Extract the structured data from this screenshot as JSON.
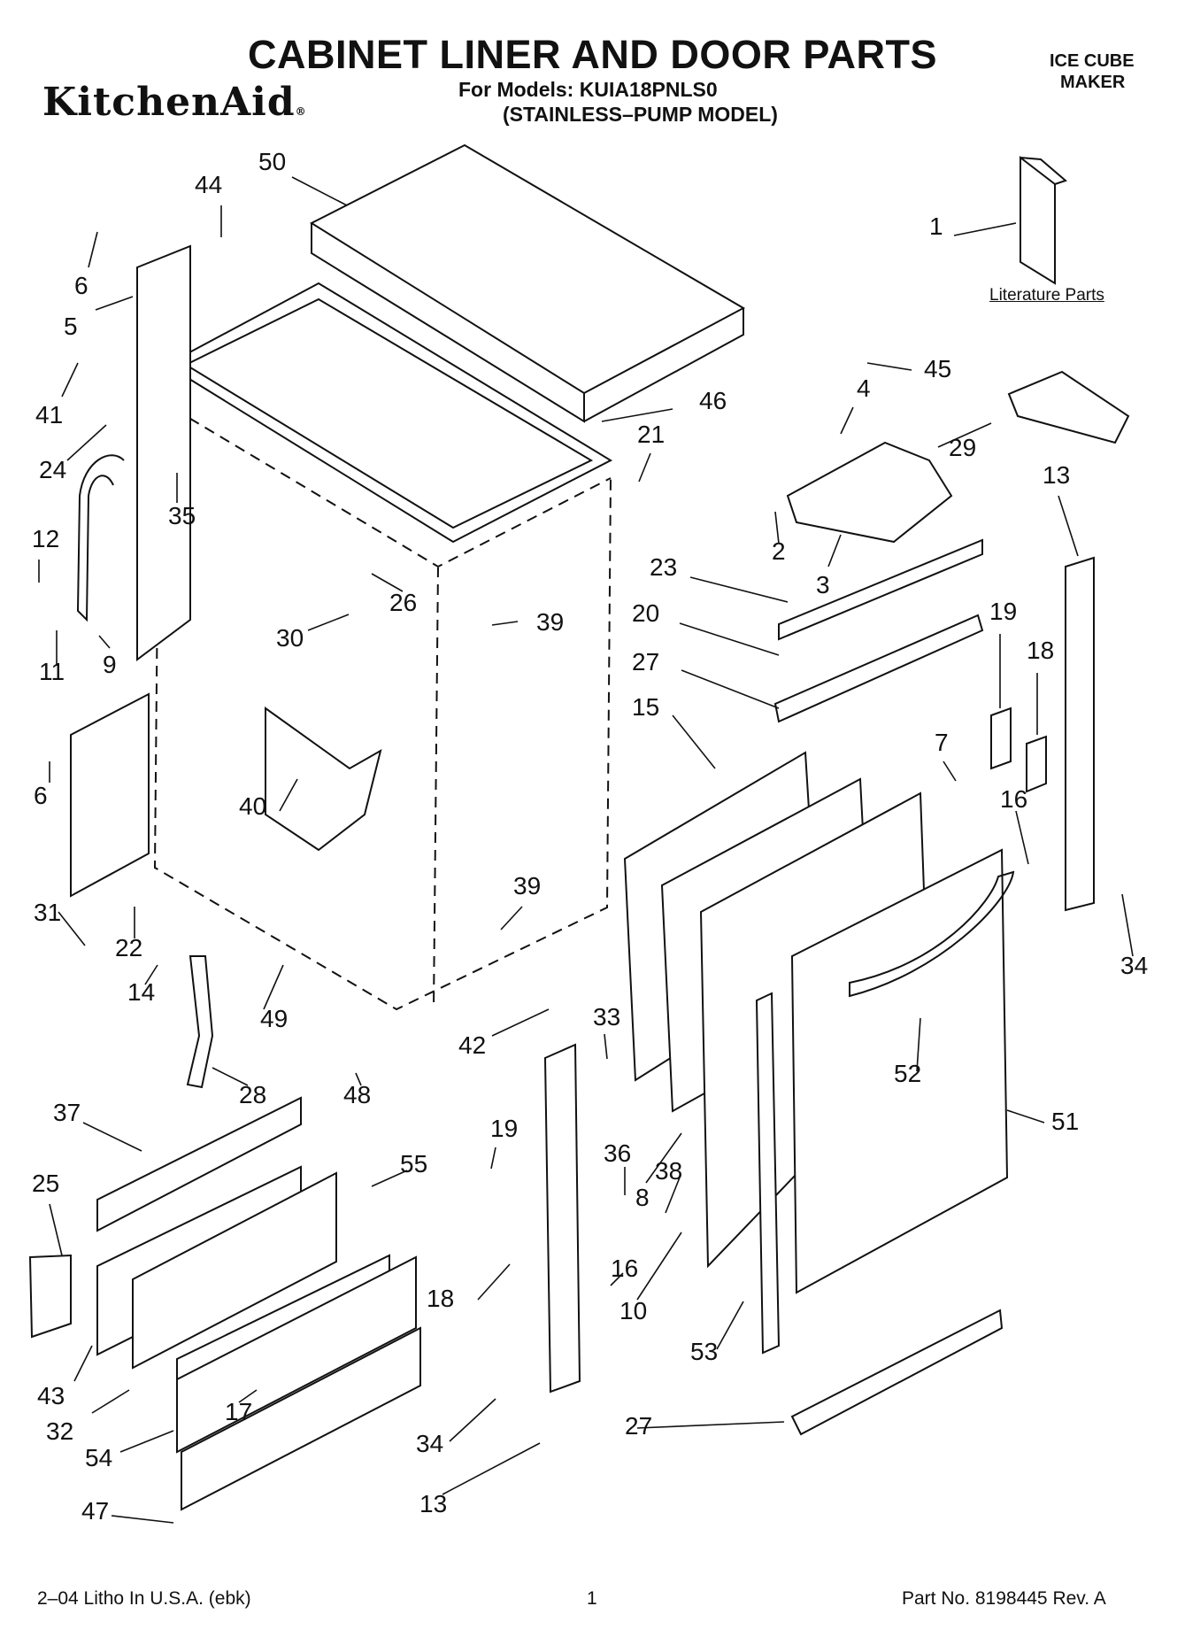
{
  "header": {
    "title": "CABINET LINER AND DOOR PARTS",
    "brand": "KitchenAid",
    "brand_mark": "®",
    "models_line": "For Models: KUIA18PNLS0",
    "variant_line": "(STAINLESS–PUMP MODEL)",
    "product_line1": "ICE CUBE",
    "product_line2": "MAKER"
  },
  "literature_label": "Literature Parts",
  "footer": {
    "left": "2–04 Litho In U.S.A. (ebk)",
    "page": "1",
    "right": "Part No. 8198445 Rev. A"
  },
  "callouts": [
    "50",
    "44",
    "6",
    "5",
    "41",
    "24",
    "12",
    "11",
    "9",
    "35",
    "30",
    "26",
    "39",
    "21",
    "46",
    "45",
    "4",
    "29",
    "1",
    "13",
    "2",
    "3",
    "23",
    "20",
    "19",
    "18",
    "27",
    "15",
    "7",
    "16",
    "34",
    "6",
    "40",
    "31",
    "22",
    "14",
    "49",
    "39",
    "42",
    "48",
    "28",
    "37",
    "25",
    "55",
    "19",
    "33",
    "36",
    "38",
    "8",
    "16",
    "10",
    "18",
    "52",
    "51",
    "53",
    "27",
    "43",
    "32",
    "17",
    "54",
    "47",
    "34",
    "13"
  ]
}
